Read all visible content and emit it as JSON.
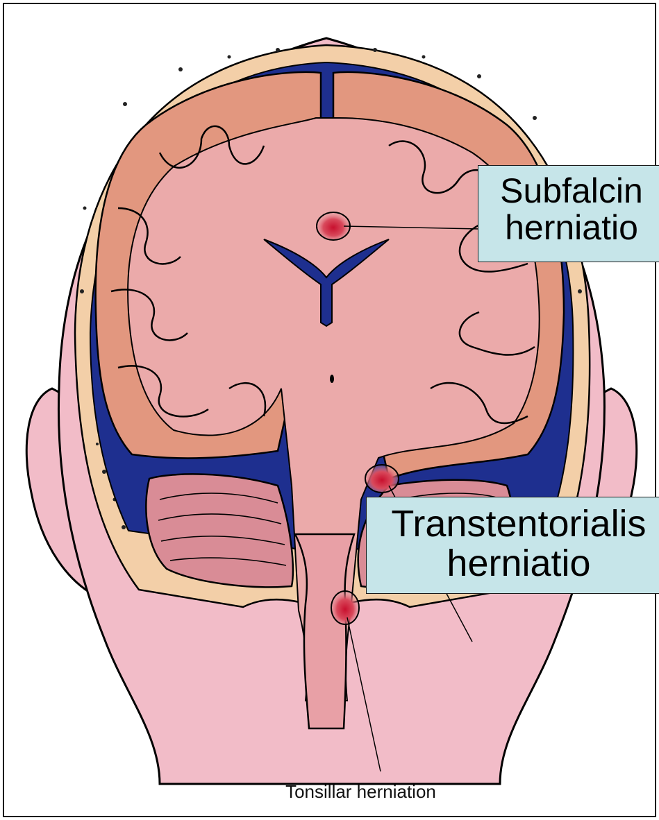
{
  "labels": {
    "subfalcine": {
      "line1": "Subfalcin",
      "line2": "herniatio"
    },
    "transtentorial": {
      "line1": "Transtentorialis",
      "line2": "herniatio"
    },
    "tonsillar": "Tonsillar herniation"
  },
  "colors": {
    "skin": "#f2bcc8",
    "skull": "#f3cfa8",
    "csf": "#1e2f8f",
    "cortex": "#e2977f",
    "white_matter": "#ebaaaa",
    "herniation": "#c8102e",
    "label_box": "#c6e5e9"
  }
}
